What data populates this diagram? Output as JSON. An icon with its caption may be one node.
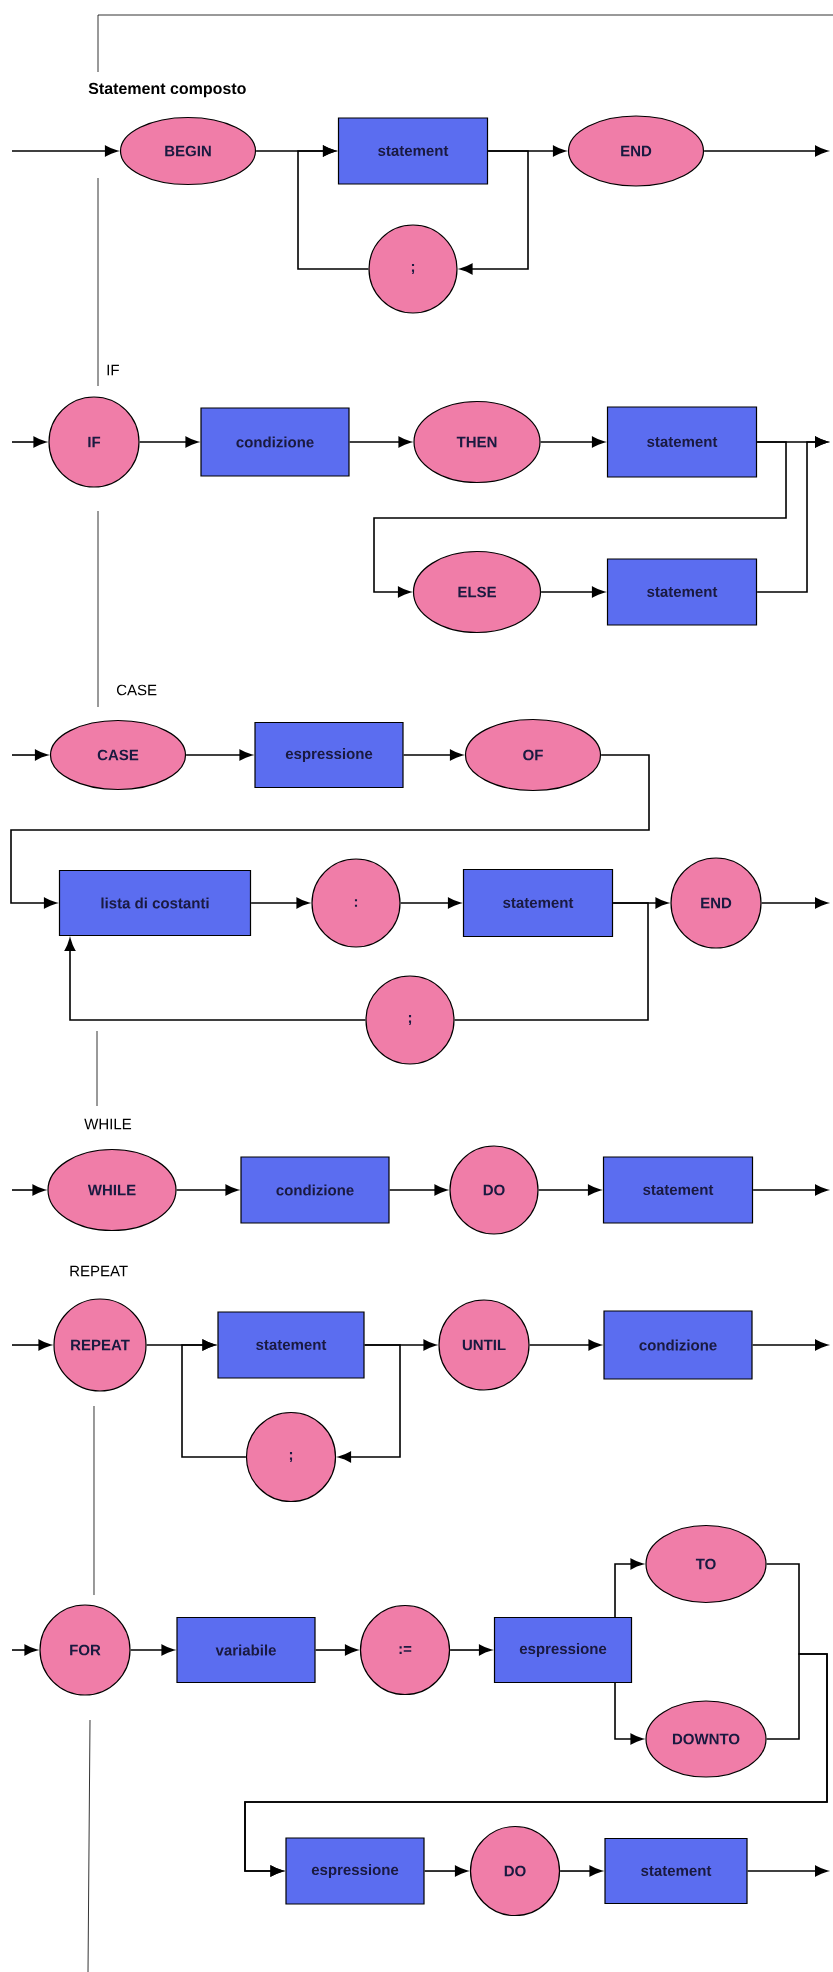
{
  "diagram": {
    "nodes": [
      {
        "text": [
          "BEGIN"
        ]
      },
      {
        "text": [
          "statement"
        ]
      },
      {
        "text": [
          "END"
        ]
      },
      {
        "text": [
          ";"
        ]
      },
      {
        "text": [
          "IF"
        ]
      },
      {
        "text": [
          "condizione"
        ]
      },
      {
        "text": [
          "THEN"
        ]
      },
      {
        "text": [
          "statement"
        ]
      },
      {
        "text": [
          "ELSE"
        ]
      },
      {
        "text": [
          "statement"
        ]
      },
      {
        "text": [
          "CASE"
        ]
      },
      {
        "text": [
          "espressione"
        ]
      },
      {
        "text": [
          "OF"
        ]
      },
      {
        "text": [
          "lista di costanti"
        ]
      },
      {
        "text": [
          ":"
        ]
      },
      {
        "text": [
          "statement"
        ]
      },
      {
        "text": [
          "END"
        ]
      },
      {
        "text": [
          ";"
        ]
      },
      {
        "text": [
          "WHILE"
        ]
      },
      {
        "text": [
          "condizione"
        ]
      },
      {
        "text": [
          "DO"
        ]
      },
      {
        "text": [
          "statement"
        ]
      },
      {
        "text": [
          "REPEAT"
        ]
      },
      {
        "text": [
          "statement"
        ]
      },
      {
        "text": [
          "UNTIL"
        ]
      },
      {
        "text": [
          "condizione"
        ]
      },
      {
        "text": [
          ";"
        ]
      },
      {
        "text": [
          "FOR"
        ]
      },
      {
        "text": [
          "variabile"
        ]
      },
      {
        "text": [
          ":="
        ]
      },
      {
        "text": [
          "espressione"
        ]
      },
      {
        "text": [
          "TO"
        ]
      },
      {
        "text": [
          "DOWNTO"
        ]
      },
      {
        "text": [
          "espressione"
        ]
      },
      {
        "text": [
          "DO"
        ]
      },
      {
        "text": [
          "statement"
        ]
      }
    ],
    "edges": [
      {
        "from": null,
        "to": 0,
        "arrow": "to"
      },
      {
        "from": 0,
        "to": 1,
        "arrow": "to"
      },
      {
        "from": 1,
        "to": 2,
        "arrow": "to"
      },
      {
        "from": 1,
        "to": 3,
        "arrow": "to"
      },
      {
        "from": 3,
        "to": 1,
        "arrow": "to"
      },
      {
        "from": 2,
        "to": null,
        "arrow": "to"
      },
      {
        "from": null,
        "to": 4,
        "arrow": "to"
      },
      {
        "from": 4,
        "to": 5,
        "arrow": "to"
      },
      {
        "from": 5,
        "to": 6,
        "arrow": "to"
      },
      {
        "from": 6,
        "to": 7,
        "arrow": "to"
      },
      {
        "from": 7,
        "to": null,
        "arrow": "to"
      },
      {
        "from": 7,
        "to": 8,
        "arrow": "to"
      },
      {
        "from": 8,
        "to": 9,
        "arrow": "to"
      },
      {
        "from": 9,
        "to": null,
        "arrow": "to"
      },
      {
        "from": null,
        "to": 10,
        "arrow": "to"
      },
      {
        "from": 10,
        "to": 11,
        "arrow": "to"
      },
      {
        "from": 11,
        "to": 12,
        "arrow": "to"
      },
      {
        "from": 12,
        "to": 13,
        "arrow": "to"
      },
      {
        "from": 13,
        "to": 14,
        "arrow": "to"
      },
      {
        "from": 14,
        "to": 15,
        "arrow": "to"
      },
      {
        "from": 15,
        "to": 16,
        "arrow": "to"
      },
      {
        "from": 16,
        "to": null,
        "arrow": "to"
      },
      {
        "from": 15,
        "to": 17,
        "arrow": "none"
      },
      {
        "from": 17,
        "to": 13,
        "arrow": "to"
      },
      {
        "from": null,
        "to": 18,
        "arrow": "to"
      },
      {
        "from": 18,
        "to": 19,
        "arrow": "to"
      },
      {
        "from": 19,
        "to": 20,
        "arrow": "to"
      },
      {
        "from": 20,
        "to": 21,
        "arrow": "to"
      },
      {
        "from": 21,
        "to": null,
        "arrow": "to"
      },
      {
        "from": null,
        "to": 22,
        "arrow": "to"
      },
      {
        "from": 22,
        "to": 23,
        "arrow": "to"
      },
      {
        "from": 23,
        "to": 24,
        "arrow": "to"
      },
      {
        "from": 24,
        "to": 25,
        "arrow": "to"
      },
      {
        "from": 25,
        "to": null,
        "arrow": "to"
      },
      {
        "from": 23,
        "to": 26,
        "arrow": "to"
      },
      {
        "from": 26,
        "to": 23,
        "arrow": "to"
      },
      {
        "from": null,
        "to": 27,
        "arrow": "to"
      },
      {
        "from": 27,
        "to": 28,
        "arrow": "to"
      },
      {
        "from": 28,
        "to": 29,
        "arrow": "to"
      },
      {
        "from": 29,
        "to": 30,
        "arrow": "to"
      },
      {
        "from": 30,
        "to": 31,
        "arrow": "to"
      },
      {
        "from": 30,
        "to": 32,
        "arrow": "to"
      },
      {
        "from": 31,
        "to": 33,
        "arrow": "to"
      },
      {
        "from": 32,
        "to": 33,
        "arrow": "to"
      },
      {
        "from": 33,
        "to": 34,
        "arrow": "to"
      },
      {
        "from": 34,
        "to": 35,
        "arrow": "to"
      },
      {
        "from": 35,
        "to": null,
        "arrow": "to"
      }
    ],
    "labels": [
      "Statement composto",
      "IF",
      "CASE",
      "WHILE",
      "REPEAT"
    ]
  }
}
